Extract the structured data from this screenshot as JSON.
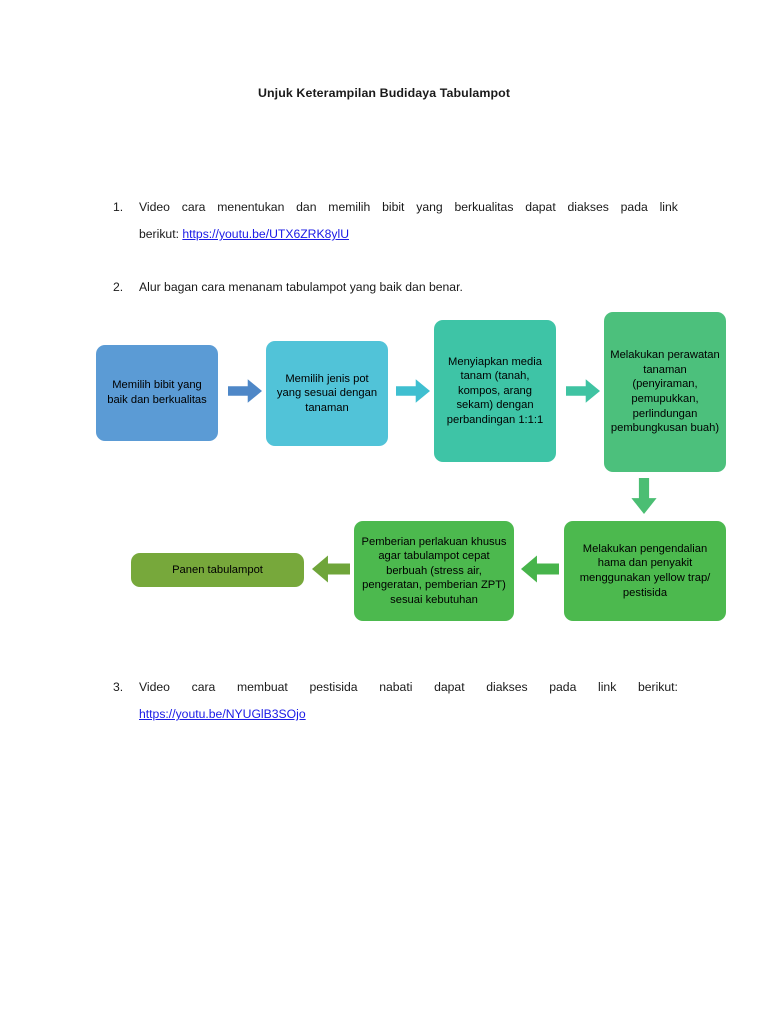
{
  "document": {
    "title": "Unjuk Keterampilan Budidaya Tabulampot"
  },
  "items": [
    {
      "number": "1.",
      "line1_words": [
        "Video",
        "cara",
        "menentukan",
        "dan",
        "memilih",
        "bibit",
        "yang",
        "berkualitas",
        "dapat",
        "diakses",
        "pada",
        "link"
      ],
      "line2_prefix": "berikut: ",
      "link": "https://youtu.be/UTX6ZRK8ylU"
    },
    {
      "number": "2.",
      "text": "Alur bagan cara menanam tabulampot yang baik dan benar."
    },
    {
      "number": "3.",
      "line1_words": [
        "Video",
        "cara",
        "membuat",
        "pestisida",
        "nabati",
        "dapat",
        "diakses",
        "pada",
        "link",
        "berikut:"
      ],
      "link": "https://youtu.be/NYUGlB3SOjo"
    }
  ],
  "flowchart": {
    "nodes": [
      {
        "id": "node1",
        "label": "Memilih bibit yang baik dan berkualitas",
        "color": "#5B9BD5"
      },
      {
        "id": "node2",
        "label": "Memilih jenis pot yang sesuai dengan tanaman",
        "color": "#51C3D8"
      },
      {
        "id": "node3",
        "label": "Menyiapkan media tanam (tanah, kompos, arang sekam) dengan perbandingan 1:1:1",
        "color": "#3EC4A6"
      },
      {
        "id": "node4",
        "label": "Melakukan perawatan tanaman (penyiraman, pemupukkan, perlindungan pembungkusan buah)",
        "color": "#4CC07C"
      },
      {
        "id": "node5",
        "label": "Melakukan pengendalian hama dan penyakit menggunakan yellow trap/ pestisida",
        "color": "#4CB94E"
      },
      {
        "id": "node6",
        "label": "Pemberian perlakuan khusus agar tabulampot cepat berbuah (stress air, pengeratan, pemberian ZPT) sesuai kebutuhan",
        "color": "#4CB94E"
      },
      {
        "id": "node7",
        "label": "Panen tabulampot",
        "color": "#77A83B"
      }
    ],
    "arrows": [
      {
        "id": "arrow1",
        "direction": "right",
        "color": "#4E87C7",
        "from": "node1",
        "to": "node2"
      },
      {
        "id": "arrow2",
        "direction": "right",
        "color": "#3FBFD0",
        "from": "node2",
        "to": "node3"
      },
      {
        "id": "arrow3",
        "direction": "right",
        "color": "#3FC3A2",
        "from": "node3",
        "to": "node4"
      },
      {
        "id": "arrow4",
        "direction": "down",
        "color": "#4BBE73",
        "from": "node4",
        "to": "node5"
      },
      {
        "id": "arrow5",
        "direction": "left",
        "color": "#47B44B",
        "from": "node5",
        "to": "node6"
      },
      {
        "id": "arrow6",
        "direction": "left",
        "color": "#6FA53A",
        "from": "node6",
        "to": "node7"
      }
    ]
  }
}
